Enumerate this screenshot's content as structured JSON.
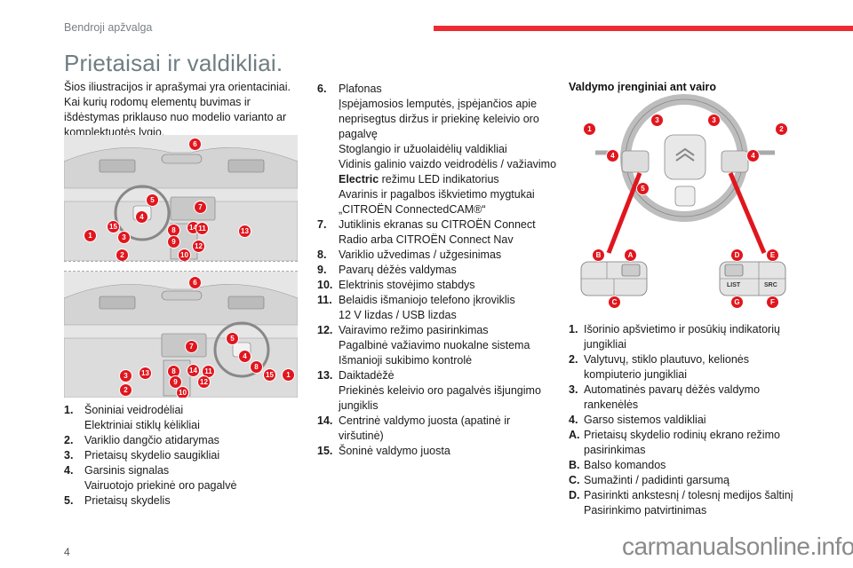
{
  "header": {
    "section": "Bendroji apžvalga",
    "accent_color": "#ee2a32"
  },
  "page_title": "Prietaisai ir valdikliai.",
  "intro": "Šios iliustracijos ir aprašymai yra orientaciniai. Kai kurių rodomų elementų buvimas ir išdėstymas priklauso nuo modelio varianto ar komplektuotės lygio.",
  "illustrations": {
    "lhd_badges": [
      "6",
      "5",
      "7",
      "4",
      "15",
      "8",
      "14",
      "11",
      "13",
      "1",
      "3",
      "9",
      "12",
      "2",
      "10"
    ],
    "rhd_badges": [
      "6",
      "5",
      "7",
      "4",
      "14",
      "11",
      "8",
      "13",
      "3",
      "8",
      "15",
      "1",
      "9",
      "12",
      "2",
      "10"
    ]
  },
  "list1": [
    {
      "num": "1.",
      "lines": [
        "Šoniniai veidrodėliai",
        "Elektriniai stiklų kėlikliai"
      ]
    },
    {
      "num": "2.",
      "lines": [
        "Variklio dangčio atidarymas"
      ]
    },
    {
      "num": "3.",
      "lines": [
        "Prietaisų skydelio saugikliai"
      ]
    },
    {
      "num": "4.",
      "lines": [
        "Garsinis signalas",
        "Vairuotojo priekinė oro pagalvė"
      ]
    },
    {
      "num": "5.",
      "lines": [
        "Prietaisų skydelis"
      ]
    }
  ],
  "list2": [
    {
      "num": "6.",
      "lines": [
        "Plafonas",
        "Įspėjamosios lemputės, įspėjančios apie",
        "neprisegtus diržus ir priekinę keleivio oro",
        "pagalvę",
        "Stoglangio ir užuolaidėlių valdikliai",
        "Vidinis galinio vaizdo veidrodėlis / važiavimo"
      ],
      "bold_prefix": "Electric",
      "after_bold": " režimu LED indikatorius",
      "extra": [
        "Avarinis ir pagalbos iškvietimo mygtukai",
        "„CITROËN ConnectedCAM®“"
      ]
    },
    {
      "num": "7.",
      "lines": [
        "Jutiklinis ekranas su CITROËN Connect",
        "Radio arba CITROËN Connect Nav"
      ]
    },
    {
      "num": "8.",
      "lines": [
        "Variklio užvedimas / užgesinimas"
      ]
    },
    {
      "num": "9.",
      "lines": [
        "Pavarų dėžės valdymas"
      ]
    },
    {
      "num": "10.",
      "lines": [
        "Elektrinis stovėjimo stabdys"
      ]
    },
    {
      "num": "11.",
      "lines": [
        "Belaidis išmaniojo telefono įkroviklis",
        "12 V lizdas / USB lizdas"
      ]
    },
    {
      "num": "12.",
      "lines": [
        "Vairavimo režimo pasirinkimas",
        "Pagalbinė važiavimo nuokalne sistema",
        "Išmanioji sukibimo kontrolė"
      ]
    },
    {
      "num": "13.",
      "lines": [
        "Daiktadėžė",
        "Priekinės keleivio oro pagalvės išjungimo",
        "jungiklis"
      ]
    },
    {
      "num": "14.",
      "lines": [
        "Centrinė valdymo juosta (apatinė ir",
        "viršutinė)"
      ]
    },
    {
      "num": "15.",
      "lines": [
        "Šoninė valdymo juosta"
      ]
    }
  ],
  "steering": {
    "heading": "Valdymo įrenginiai ant vairo",
    "wheel_badges": [
      "1",
      "2",
      "3",
      "3",
      "4",
      "4",
      "5"
    ],
    "left_pad": {
      "badges": [
        "B",
        "A",
        "C"
      ]
    },
    "right_pad": {
      "badges": [
        "D",
        "E",
        "G",
        "F"
      ],
      "btn_list": "LIST",
      "btn_src": "SRC"
    }
  },
  "list3": [
    {
      "num": "1.",
      "lines": [
        "Išorinio apšvietimo ir posūkių indikatorių",
        "jungikliai"
      ]
    },
    {
      "num": "2.",
      "lines": [
        "Valytuvų, stiklo plautuvo, kelionės",
        "kompiuterio jungikliai"
      ]
    },
    {
      "num": "3.",
      "lines": [
        "Automatinės pavarų dėžės valdymo",
        "rankenėlės"
      ]
    },
    {
      "num": "4.",
      "lines": [
        "Garso sistemos valdikliai"
      ]
    },
    {
      "num": "A.",
      "lines": [
        "Prietaisų skydelio rodinių ekrano režimo",
        "pasirinkimas"
      ]
    },
    {
      "num": "B.",
      "lines": [
        "Balso komandos"
      ]
    },
    {
      "num": "C.",
      "lines": [
        "Sumažinti / padidinti garsumą"
      ]
    },
    {
      "num": "D.",
      "lines": [
        "Pasirinkti ankstesnį / tolesnį medijos šaltinį",
        "Pasirinkimo patvirtinimas"
      ]
    }
  ],
  "footer": {
    "page_number": "4",
    "watermark": "carmanualsonline.info"
  }
}
